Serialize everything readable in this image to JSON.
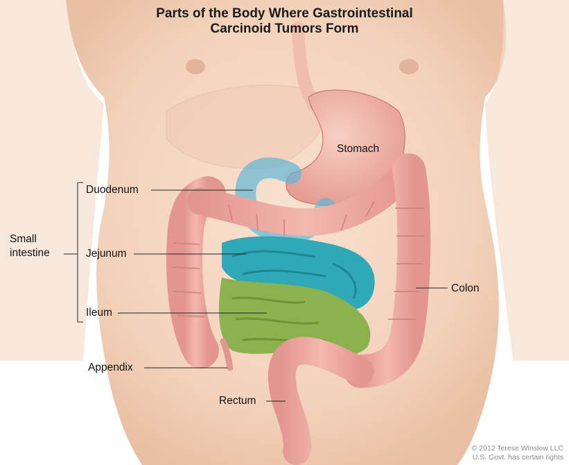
{
  "title": {
    "line1": "Parts of the Body Where Gastrointestinal",
    "line2": "Carcinoid Tumors Form"
  },
  "labels": {
    "stomach": "Stomach",
    "duodenum": "Duodenum",
    "small_intestine_line1": "Small",
    "small_intestine_line2": "intestine",
    "jejunum": "Jejunum",
    "ileum": "Ileum",
    "colon": "Colon",
    "appendix": "Appendix",
    "rectum": "Rectum"
  },
  "credit": {
    "line1": "© 2012 Terese Winslow LLC",
    "line2": "U.S. Govt. has certain rights"
  },
  "colors": {
    "skin": "#f6d8c2",
    "colon": "#eaa49e",
    "stomach": "#f2b4a8",
    "duodenum_jejunum": "#36b1bd",
    "ileum": "#8fb552"
  }
}
